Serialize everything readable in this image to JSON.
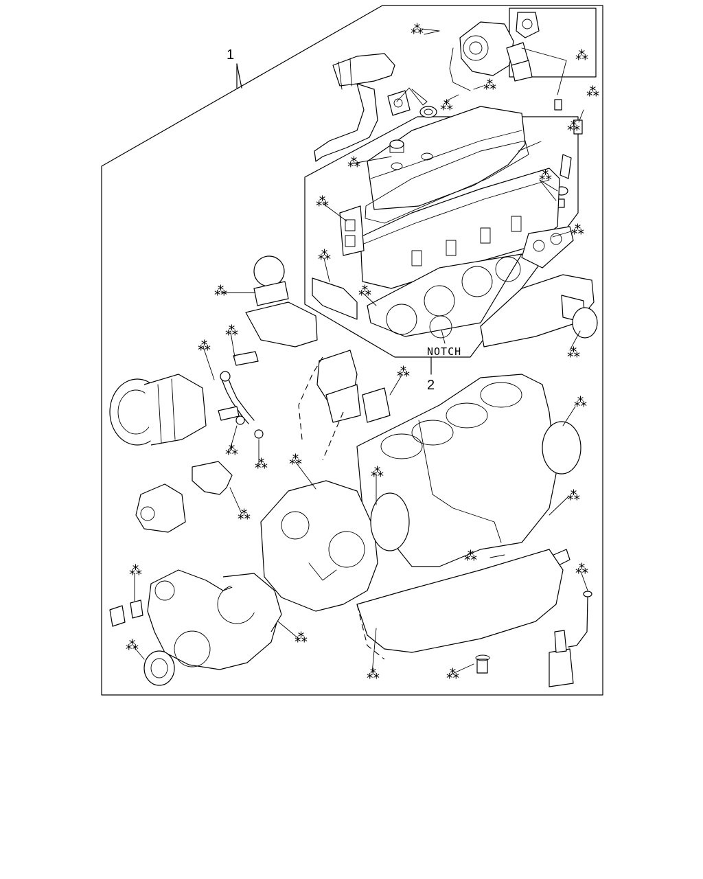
{
  "diagram": {
    "callouts": {
      "kit": "1",
      "head_kit": "2"
    },
    "notch_label": "NOTCH",
    "kit_marker": "⁂"
  }
}
